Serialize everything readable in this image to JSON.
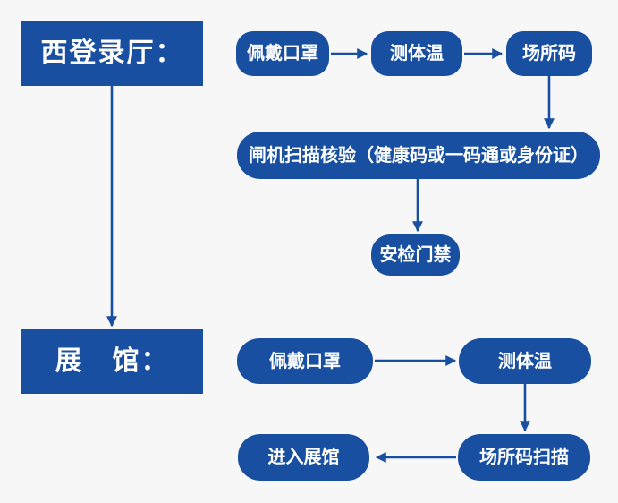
{
  "colors": {
    "background": "#f7f7f7",
    "node_fill": "#184fa0",
    "node_text": "#ffffff",
    "arrow": "#184fa0"
  },
  "nodes": {
    "west_hall": "西登录厅：",
    "wear_mask_1": "佩戴口罩",
    "measure_temp_1": "测体温",
    "venue_code": "场所码",
    "gate_scan": "闸机扫描核验（健康码或一码通或身份证）",
    "security_gate": "安检门禁",
    "exhibit_hall": "展　馆：",
    "wear_mask_2": "佩戴口罩",
    "measure_temp_2": "测体温",
    "venue_code_scan": "场所码扫描",
    "enter_hall": "进入展馆"
  },
  "edges": [
    {
      "from": "wear_mask_1",
      "to": "measure_temp_1",
      "direction": "right"
    },
    {
      "from": "measure_temp_1",
      "to": "venue_code",
      "direction": "right"
    },
    {
      "from": "venue_code",
      "to": "gate_scan",
      "direction": "down"
    },
    {
      "from": "gate_scan",
      "to": "security_gate",
      "direction": "down"
    },
    {
      "from": "west_hall",
      "to": "exhibit_hall",
      "direction": "down"
    },
    {
      "from": "wear_mask_2",
      "to": "measure_temp_2",
      "direction": "right"
    },
    {
      "from": "measure_temp_2",
      "to": "venue_code_scan",
      "direction": "down"
    },
    {
      "from": "venue_code_scan",
      "to": "enter_hall",
      "direction": "left"
    }
  ]
}
